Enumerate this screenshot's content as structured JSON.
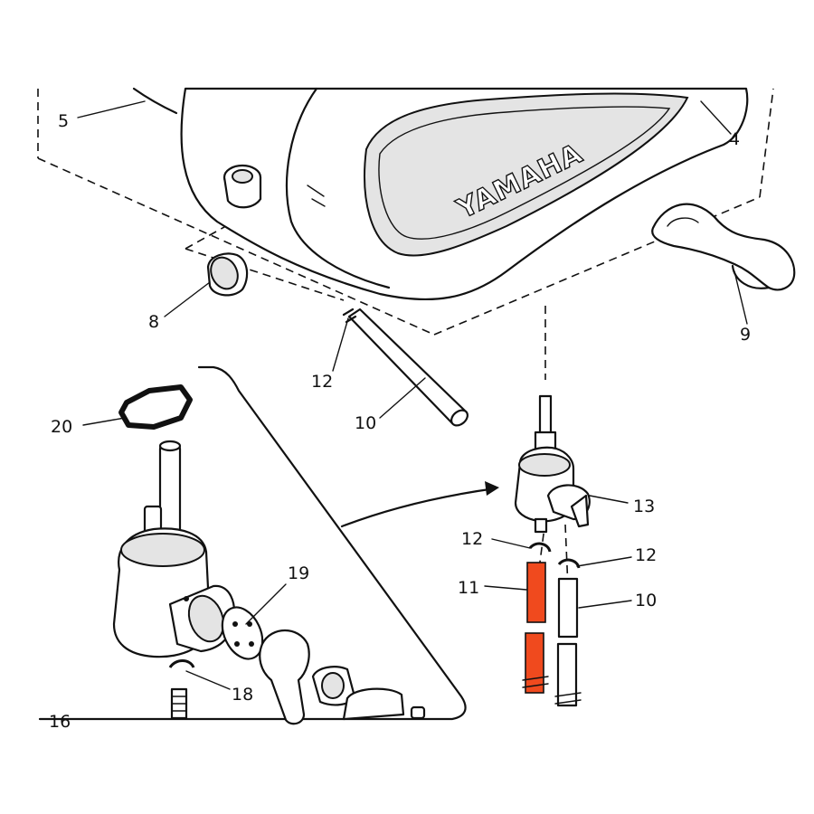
{
  "tank_brand": "YAMAHA",
  "highlight_color": "#f04a1e",
  "line_color": "#111111",
  "callouts": {
    "c4": "4",
    "c5": "5",
    "c8": "8",
    "c9": "9",
    "c10_top": "10",
    "c10_bottom": "10",
    "c11": "11",
    "c12_top": "12",
    "c12_left": "12",
    "c12_right": "12",
    "c13": "13",
    "c16": "16",
    "c18": "18",
    "c19": "19",
    "c20": "20"
  }
}
